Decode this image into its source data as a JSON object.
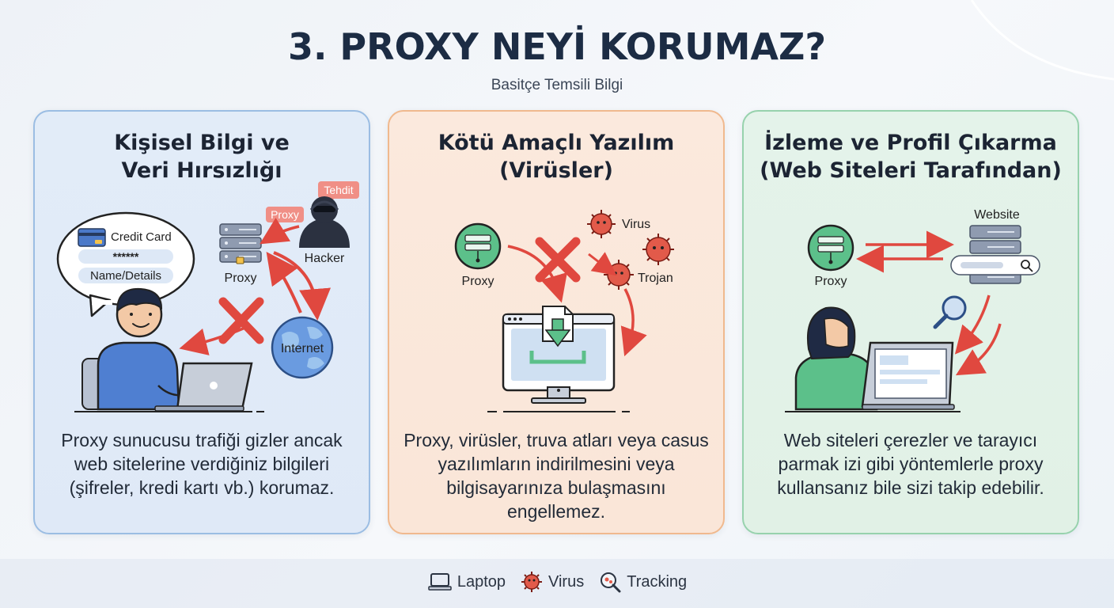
{
  "header": {
    "title": "3. PROXY NEYİ KORUMAZ?",
    "subtitle": "Basitçe Temsili Bilgi"
  },
  "cards": [
    {
      "title_lines": [
        "Kişisel Bilgi ve",
        "Veri Hırsızlığı"
      ],
      "labels": {
        "credit_card": "Credit Card",
        "password": "******",
        "name_details": "Name/Details",
        "proxy_tag": "Proxy",
        "threat_tag": "Tehdit",
        "hacker": "Hacker",
        "proxy": "Proxy",
        "internet": "Internet"
      },
      "description": "Proxy sunucusu trafiği gizler ancak web sitelerine verdiğiniz bilgileri (şifreler, kredi kartı vb.) korumaz.",
      "colors": {
        "accent": "#9bbde3",
        "background": "#e2ecf8"
      }
    },
    {
      "title_lines": [
        "Kötü Amaçlı Yazılım",
        "(Virüsler)"
      ],
      "labels": {
        "proxy": "Proxy",
        "virus": "Virus",
        "trojan": "Trojan"
      },
      "description": "Proxy, virüsler, truva atları veya casus yazılımların indirilmesini veya bilgisayarınıza bulaşmasını engellemez.",
      "colors": {
        "accent": "#f0b98e",
        "background": "#fbe9dd"
      }
    },
    {
      "title_lines": [
        "İzleme ve Profil Çıkarma",
        "(Web Siteleri Tarafından)"
      ],
      "labels": {
        "website": "Website",
        "proxy": "Proxy"
      },
      "description": "Web siteleri çerezler ve tarayıcı parmak izi gibi yöntemlerle proxy kullansanız bile sizi takip edebilir.",
      "colors": {
        "accent": "#97d2ad",
        "background": "#e4f3ea"
      }
    }
  ],
  "legend": {
    "items": [
      {
        "label": "Laptop",
        "icon": "laptop-icon"
      },
      {
        "label": "Virus",
        "icon": "virus-icon"
      },
      {
        "label": "Tracking",
        "icon": "tracking-icon"
      }
    ]
  },
  "colors": {
    "title": "#1c2c44",
    "arrow_red": "#e0483f",
    "proxy_green": "#5cc08a",
    "server_gray": "#8f9bb0"
  }
}
